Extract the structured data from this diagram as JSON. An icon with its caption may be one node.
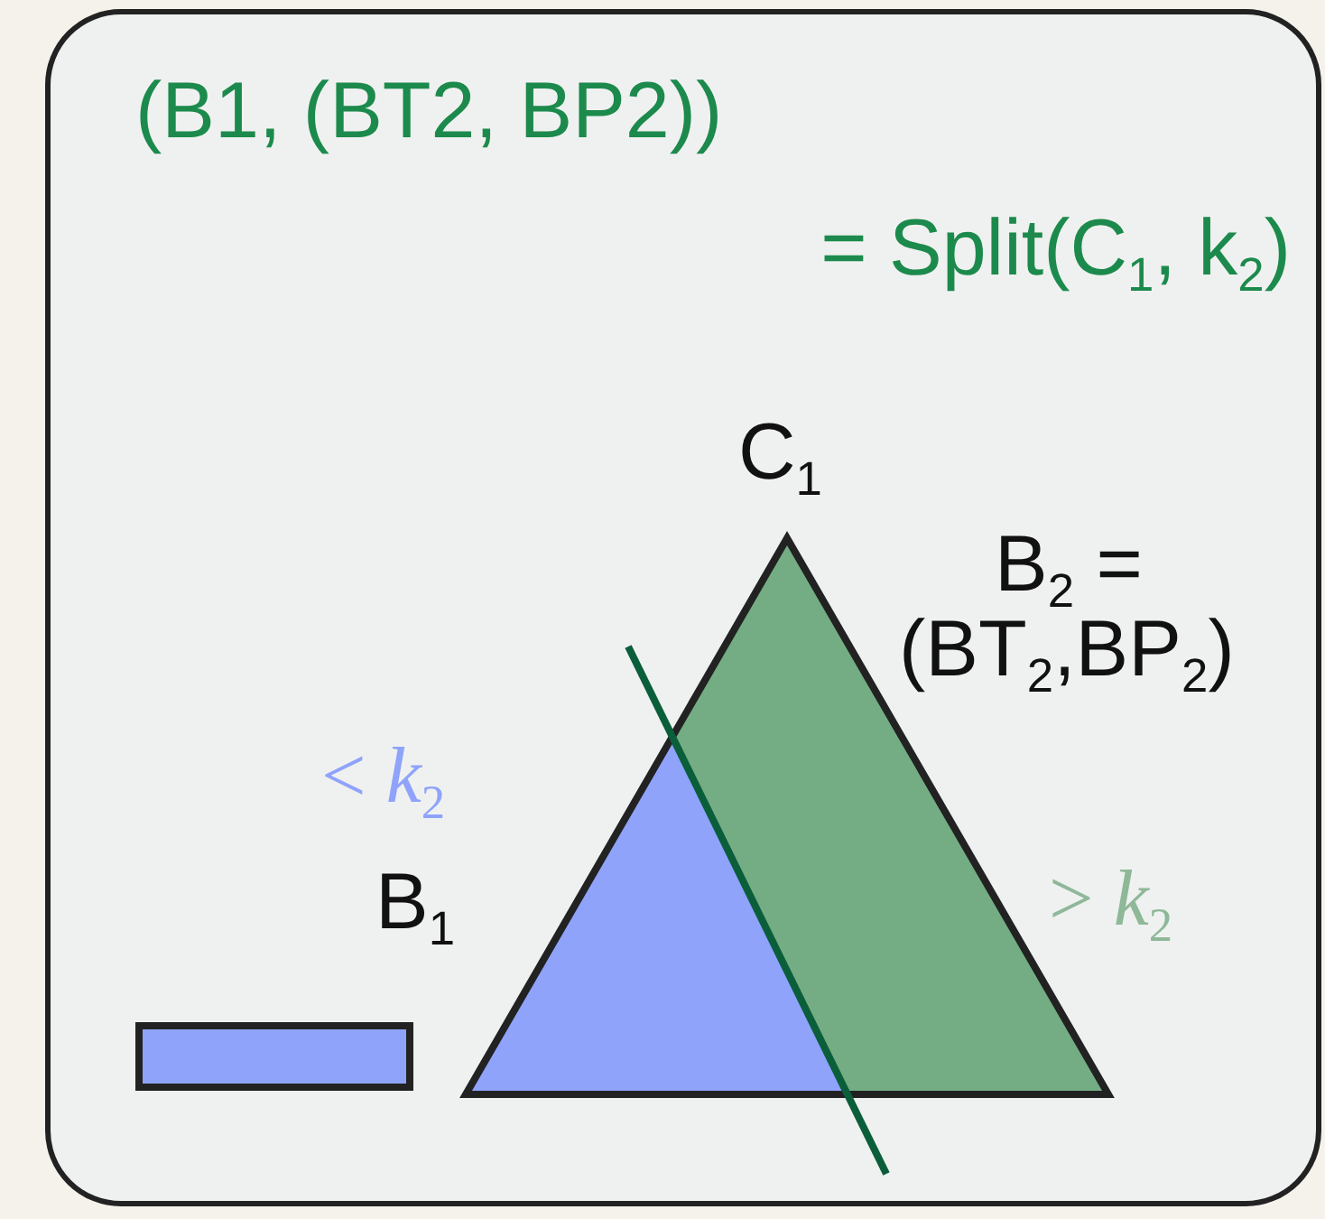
{
  "diagram": {
    "nodes": [
      {
        "text": [
          "(B1, (BT2, BP2))",
          "= Split(C$_{1}$, k$_{2}$)"
        ]
      },
      {
        "text": [],
        "shape": "bar",
        "in": 0
      }
    ],
    "labels": [
      "C$_{1}$",
      "B$_{2}$ =",
      "(BT$_{2}$,BP$_{2}$)",
      "< *k*$_{2}$",
      "B$_{1}$",
      "> *k*$_{2}$"
    ]
  }
}
